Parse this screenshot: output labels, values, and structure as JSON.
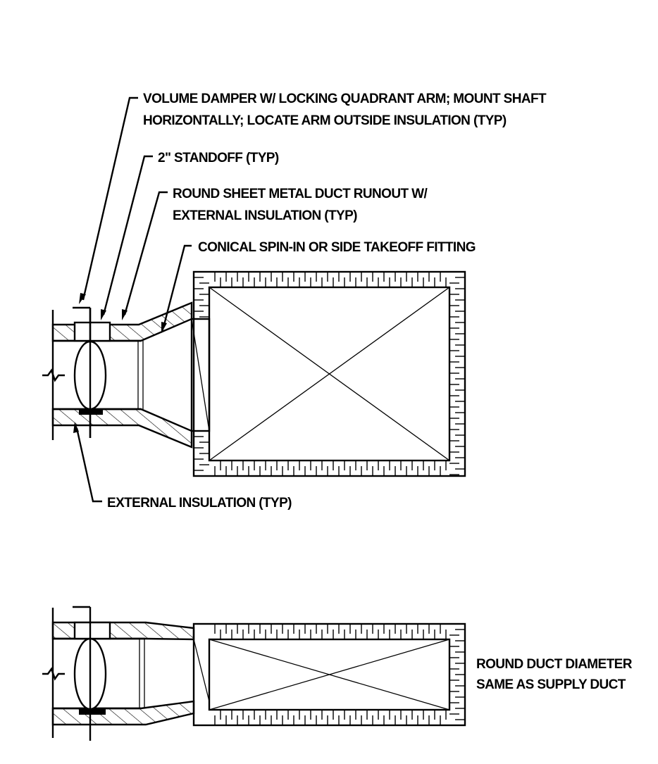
{
  "notes": {
    "volume_damper_line1": "VOLUME DAMPER W/ LOCKING QUADRANT ARM; MOUNT SHAFT",
    "volume_damper_line2": "HORIZONTALLY; LOCATE ARM OUTSIDE INSULATION (TYP)",
    "standoff": "2\" STANDOFF (TYP)",
    "runout_line1": "ROUND SHEET METAL DUCT RUNOUT W/",
    "runout_line2": "EXTERNAL INSULATION (TYP)",
    "fitting": "CONICAL SPIN-IN OR SIDE TAKEOFF FITTING",
    "external_insulation": "EXTERNAL INSULATION (TYP)",
    "diameter_line1": "ROUND DUCT DIAMETER",
    "diameter_line2": "SAME AS SUPPLY DUCT"
  },
  "colors": {
    "ink": "#000000",
    "paper": "#ffffff"
  }
}
